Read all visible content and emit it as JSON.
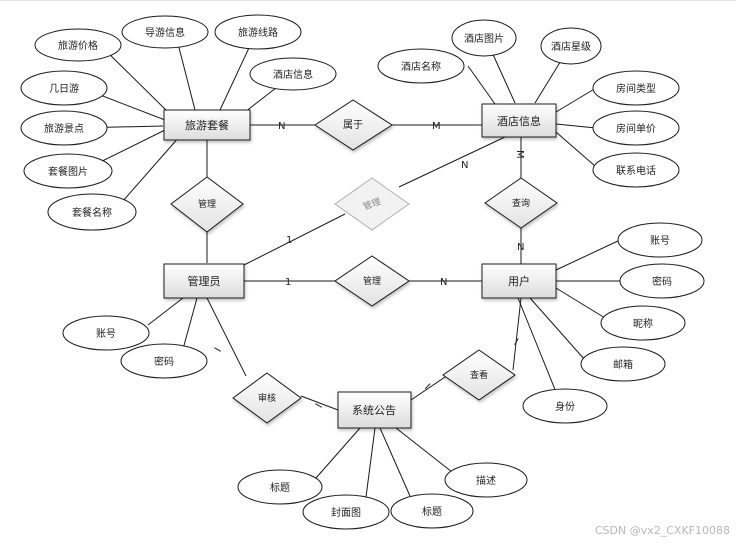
{
  "entities": {
    "tour_package": "旅游套餐",
    "hotel_info": "酒店信息",
    "admin": "管理员",
    "user": "用户",
    "announcement": "系统公告"
  },
  "relationships": {
    "belongs": "属于",
    "manage_package": "管理",
    "manage_hotel": "管理",
    "manage_user": "管理",
    "query_hotel": "查询",
    "review": "审核",
    "view": "查看"
  },
  "attributes": {
    "tour_package": [
      "旅游价格",
      "导游信息",
      "旅游线路",
      "酒店信息",
      "几日游",
      "旅游景点",
      "套餐图片",
      "套餐名称"
    ],
    "hotel_info": [
      "酒店图片",
      "酒店星级",
      "酒店名称",
      "房间类型",
      "房间单价",
      "联系电话"
    ],
    "admin": [
      "账号",
      "密码"
    ],
    "user": [
      "账号",
      "密码",
      "昵称",
      "邮箱",
      "身份"
    ],
    "announcement": [
      "标题",
      "封面图",
      "标题",
      "描述"
    ]
  },
  "cardinality": {
    "belongs_package": "N",
    "belongs_hotel": "M",
    "admin_hotel_admin": "1",
    "admin_hotel_hotel": "N",
    "query_hotel_hotel": "M",
    "query_hotel_user": "N",
    "admin_user_admin": "1",
    "admin_user_user": "N",
    "review_admin": "I",
    "review_announcement": "I",
    "view_user": "I",
    "view_announcement": "I"
  },
  "watermark": "CSDN @vx2_CXKF10088"
}
